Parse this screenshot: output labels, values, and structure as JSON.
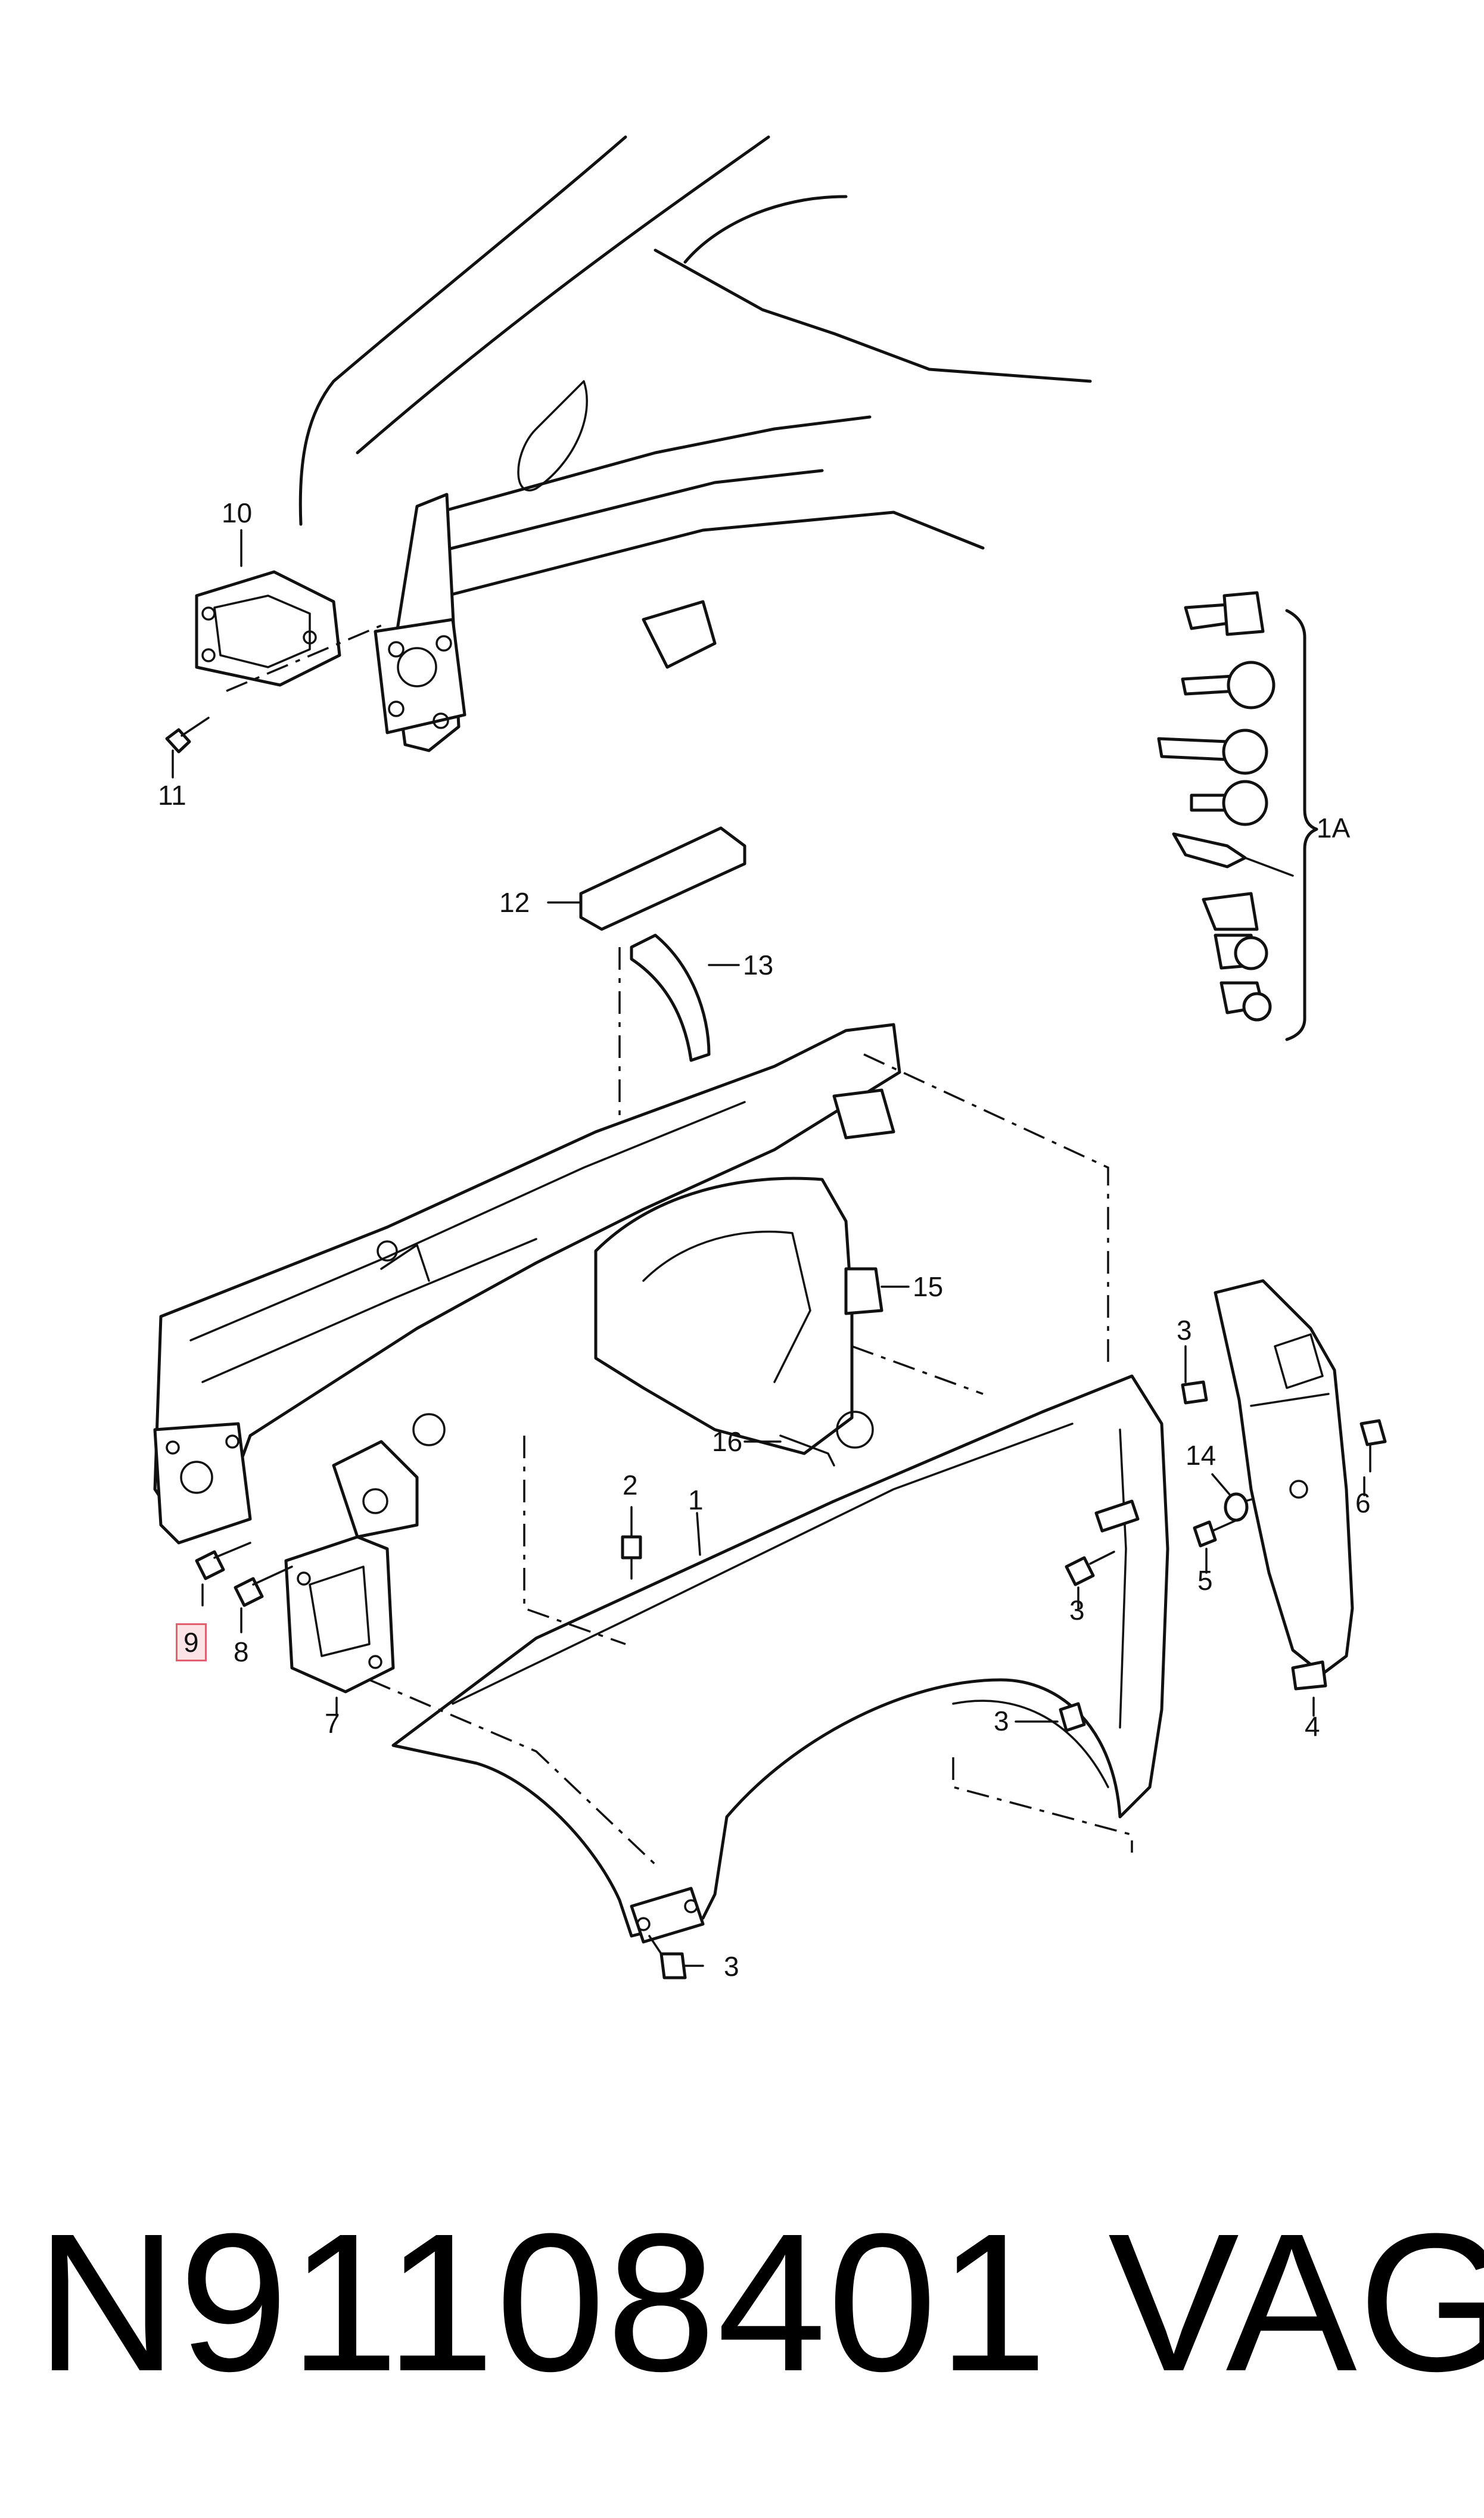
{
  "callouts": [
    {
      "id": "c10",
      "text": "10"
    },
    {
      "id": "c11",
      "text": "11"
    },
    {
      "id": "c1a",
      "text": "1A"
    },
    {
      "id": "c12",
      "text": "12"
    },
    {
      "id": "c13",
      "text": "13"
    },
    {
      "id": "c15",
      "text": "15"
    },
    {
      "id": "c16",
      "text": "16"
    },
    {
      "id": "c2",
      "text": "2"
    },
    {
      "id": "c1",
      "text": "1"
    },
    {
      "id": "c3a",
      "text": "3"
    },
    {
      "id": "c3b",
      "text": "3"
    },
    {
      "id": "c3c",
      "text": "3"
    },
    {
      "id": "c3d",
      "text": "3"
    },
    {
      "id": "c14",
      "text": "14"
    },
    {
      "id": "c5",
      "text": "5"
    },
    {
      "id": "c6",
      "text": "6"
    },
    {
      "id": "c4",
      "text": "4"
    },
    {
      "id": "c9",
      "text": "9",
      "highlighted": true
    },
    {
      "id": "c8",
      "text": "8"
    },
    {
      "id": "c7",
      "text": "7"
    }
  ],
  "footer": {
    "part_number": "N91108401",
    "brand": "VAG"
  },
  "colors": {
    "line": "#111111",
    "highlight_border": "#e06070",
    "highlight_fill": "#fbe3e6"
  }
}
